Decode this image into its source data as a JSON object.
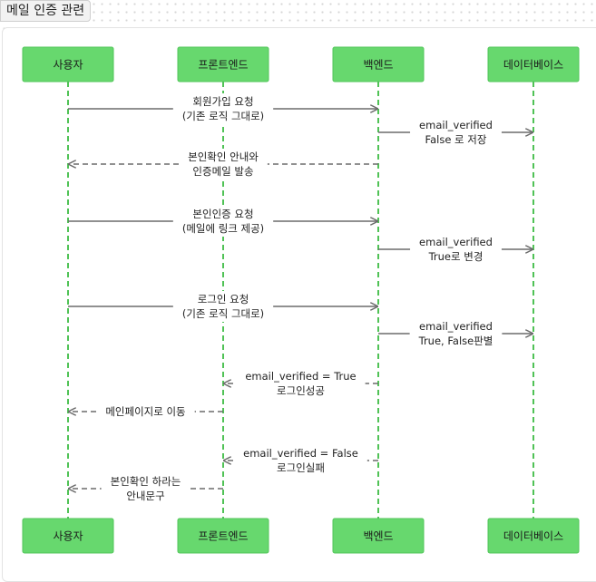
{
  "page": {
    "title": "메일 인증 관련"
  },
  "diagram": {
    "actors": [
      "사용자",
      "프론트엔드",
      "백엔드",
      "데이터베이스"
    ],
    "messages": [
      {
        "from": 0,
        "to": 2,
        "style": "solid",
        "lines": [
          "회원가입 요청",
          "(기존 로직 그대로)"
        ]
      },
      {
        "from": 2,
        "to": 3,
        "style": "solid",
        "lines": [
          "email_verified",
          "False 로 저장"
        ]
      },
      {
        "from": 2,
        "to": 0,
        "style": "dashed",
        "lines": [
          "본인확인 안내와",
          "인증메일 발송"
        ]
      },
      {
        "from": 0,
        "to": 2,
        "style": "solid",
        "lines": [
          "본인인증 요청",
          "(메일에 링크 제공)"
        ]
      },
      {
        "from": 2,
        "to": 3,
        "style": "solid",
        "lines": [
          "email_verified",
          "True로 변경"
        ]
      },
      {
        "from": 0,
        "to": 2,
        "style": "solid",
        "lines": [
          "로그인 요청",
          "(기존 로직 그대로)"
        ]
      },
      {
        "from": 2,
        "to": 3,
        "style": "solid",
        "lines": [
          "email_verified",
          "True, False판별"
        ]
      },
      {
        "from": 2,
        "to": 1,
        "style": "dashed",
        "lines": [
          "email_verified = True",
          "로그인성공"
        ]
      },
      {
        "from": 1,
        "to": 0,
        "style": "dashed",
        "lines": [
          "메인페이지로 이동"
        ]
      },
      {
        "from": 2,
        "to": 1,
        "style": "dashed",
        "lines": [
          "email_verified = False",
          "로그인실패"
        ]
      },
      {
        "from": 1,
        "to": 0,
        "style": "dashed",
        "lines": [
          "본인확인 하라는",
          "안내문구"
        ]
      }
    ]
  },
  "colors": {
    "actor_fill": "#67d86e",
    "actor_border": "#52c65a",
    "lifeline": "#3dbb44",
    "arrow": "#6b6b6b"
  }
}
